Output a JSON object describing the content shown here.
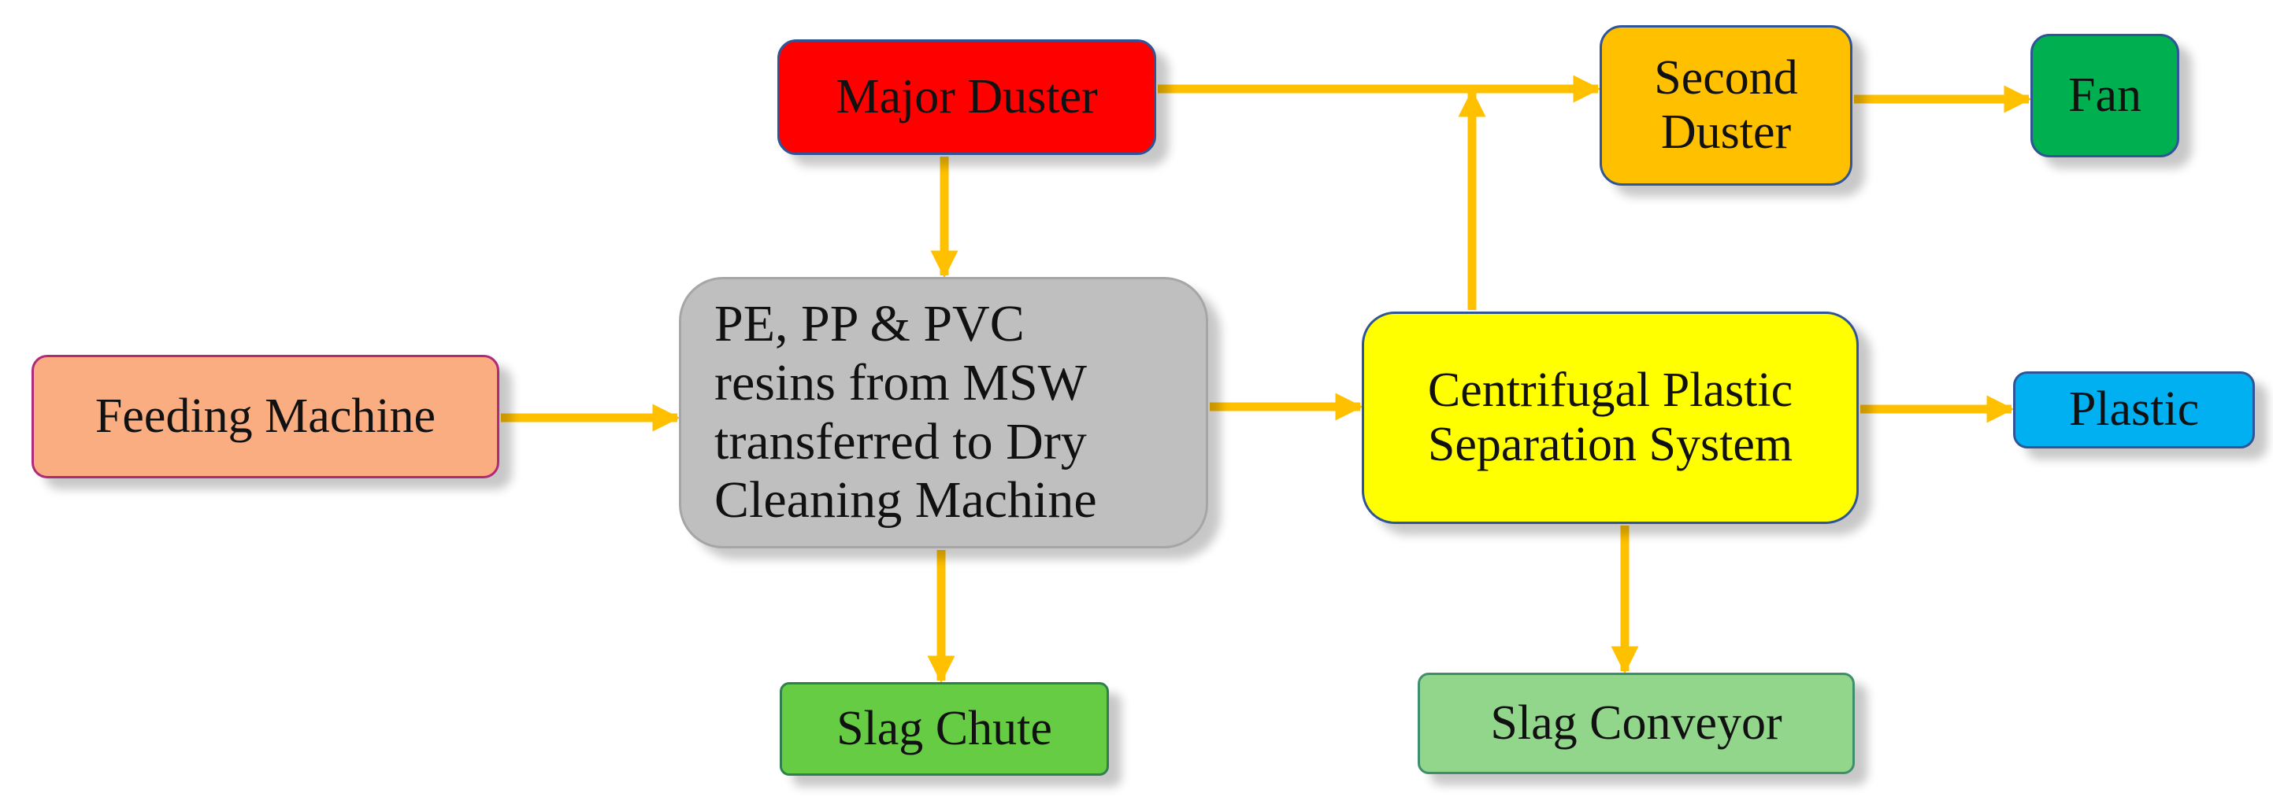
{
  "diagram": {
    "nodes": {
      "feeding": {
        "label": "Feeding Machine"
      },
      "major": {
        "label": "Major Duster"
      },
      "resins": {
        "lines": [
          "PE, PP & PVC",
          "resins from MSW",
          "transferred to Dry",
          "Cleaning Machine"
        ]
      },
      "second": {
        "lines": [
          "Second",
          "Duster"
        ]
      },
      "fan": {
        "label": "Fan"
      },
      "centri": {
        "lines": [
          "Centrifugal Plastic",
          "Separation System"
        ]
      },
      "plastic": {
        "label": "Plastic"
      },
      "chute": {
        "label": "Slag Chute"
      },
      "conveyor": {
        "label": "Slag Conveyor"
      }
    },
    "edges": [
      {
        "from": "feeding",
        "to": "resins"
      },
      {
        "from": "major",
        "to": "resins"
      },
      {
        "from": "major",
        "to": "second"
      },
      {
        "from": "resins",
        "to": "centri"
      },
      {
        "from": "resins",
        "to": "chute"
      },
      {
        "from": "centri",
        "to": "second"
      },
      {
        "from": "centri",
        "to": "plastic"
      },
      {
        "from": "centri",
        "to": "conveyor"
      },
      {
        "from": "second",
        "to": "fan"
      }
    ],
    "colors": {
      "arrow": "#ffc000",
      "feeding": "#f9ad81",
      "major": "#ff0000",
      "resins": "#bfbfbf",
      "second": "#ffc000",
      "fan": "#00b050",
      "centri": "#ffff00",
      "plastic": "#00b0f0",
      "chute": "#66cc44",
      "conveyor": "#92d68c"
    }
  }
}
